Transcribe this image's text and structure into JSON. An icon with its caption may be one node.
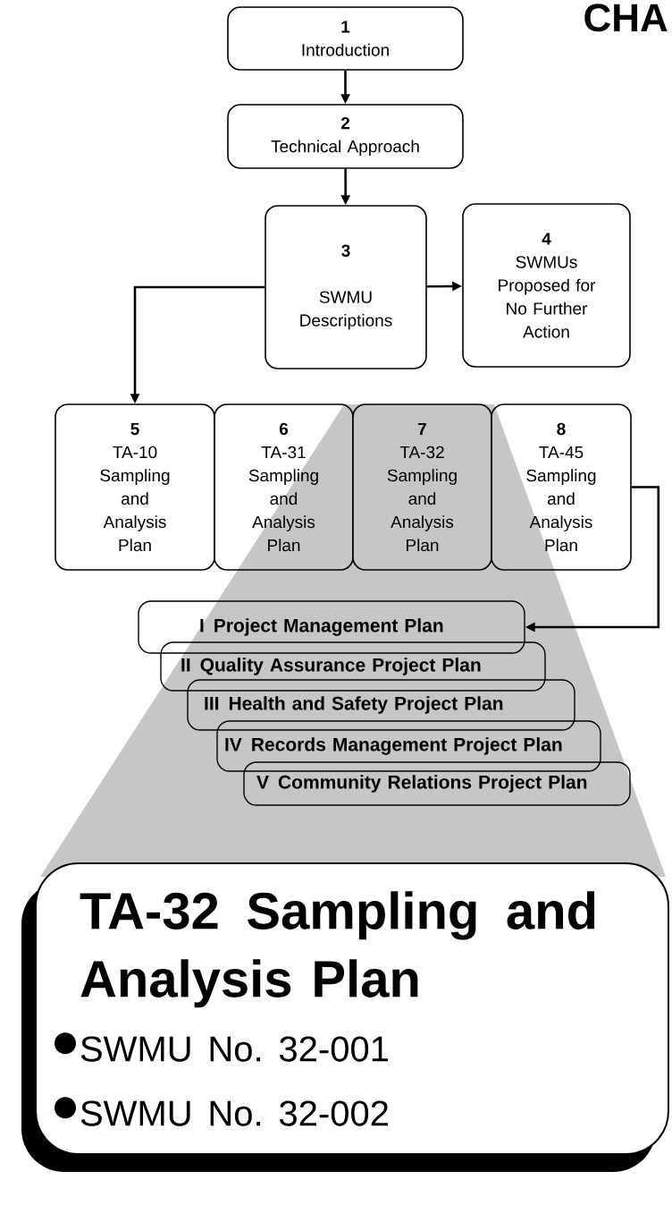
{
  "diagram": {
    "nodes": [
      {
        "text": [
          "1",
          "Introduction"
        ]
      },
      {
        "text": [
          "2",
          "Technical Approach"
        ]
      },
      {
        "text": [
          "3",
          "SWMU Descriptions"
        ]
      },
      {
        "text": [
          "4",
          "SWMUs Proposed for No Further Action"
        ]
      },
      {
        "text": [
          "5",
          "TA-10 Sampling and Analysis Plan"
        ]
      },
      {
        "text": [
          "6",
          "TA-31 Sampling and Analysis Plan"
        ]
      },
      {
        "text": [
          "7",
          "TA-32 Sampling and Analysis Plan"
        ]
      },
      {
        "text": [
          "8",
          "TA-45 Sampling and Analysis Plan"
        ]
      },
      {
        "text": [
          "I",
          "Project Management Plan"
        ]
      },
      {
        "text": [
          "II",
          "Quality Assurance Project Plan"
        ]
      },
      {
        "text": [
          "III",
          "Health and Safety Project Plan"
        ]
      },
      {
        "text": [
          "IV",
          "Records Management Project Plan"
        ]
      },
      {
        "text": [
          "V",
          "Community Relations Project Plan"
        ]
      },
      {
        "text": [
          "TA-32 Sampling and Analysis Plan",
          "SWMU No. 32-001",
          "SWMU No. 32-002"
        ]
      }
    ],
    "edges": [
      {
        "from": 0,
        "to": 1,
        "arrow": "to"
      },
      {
        "from": 1,
        "to": 2,
        "arrow": "to"
      },
      {
        "from": 2,
        "to": 3,
        "arrow": "to"
      },
      {
        "from": 2,
        "to": 4,
        "arrow": "to"
      },
      {
        "from": 7,
        "to": 8,
        "arrow": "to"
      }
    ],
    "labels": [
      "CHA"
    ]
  }
}
